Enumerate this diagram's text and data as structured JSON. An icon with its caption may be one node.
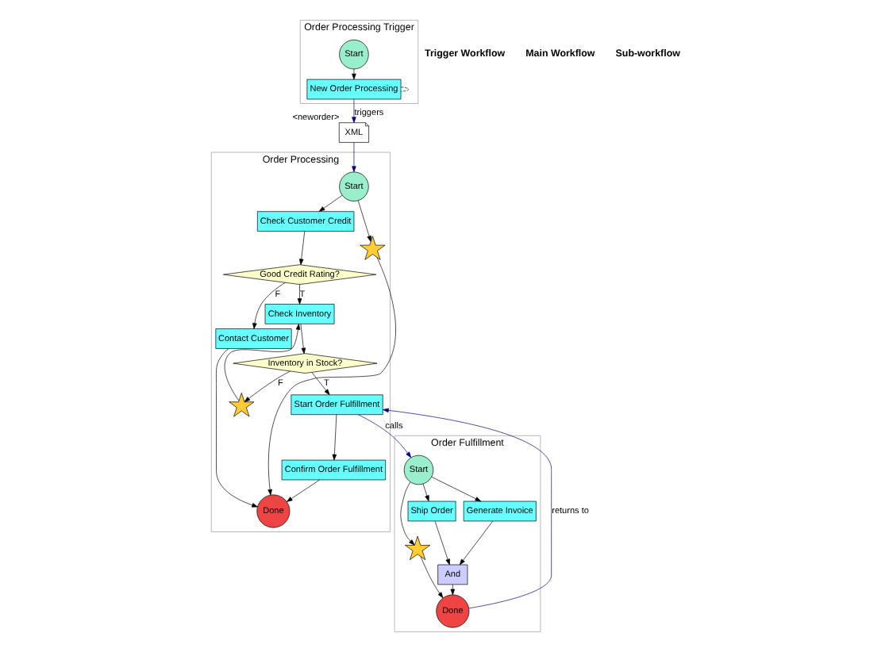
{
  "diagram": {
    "nodes": [
      {
        "text": [
          "Order Processing Trigger"
        ]
      },
      {
        "text": [
          "Start"
        ],
        "in": 0
      },
      {
        "text": [
          "New Order Processing"
        ],
        "in": 0
      },
      {
        "text": [
          "XML"
        ],
        "beside": [
          "<neworder>"
        ]
      },
      {
        "text": [
          "Order Processing"
        ]
      },
      {
        "text": [
          "Start"
        ],
        "in": 4
      },
      {
        "text": [
          "Check Customer Credit"
        ],
        "in": 4
      },
      {
        "text": [
          "Good Credit Rating?"
        ],
        "in": 4
      },
      {
        "text": [
          "Contact Customer"
        ],
        "in": 4
      },
      {
        "text": [
          "Check Inventory"
        ],
        "in": 4
      },
      {
        "text": [
          "Inventory in Stock?"
        ],
        "in": 4
      },
      {
        "text": [],
        "shape": "star",
        "in": 4
      },
      {
        "text": [
          "Start Order Fulfillment"
        ],
        "in": 4
      },
      {
        "text": [
          "Confirm Order Fulfillment"
        ],
        "in": 4
      },
      {
        "text": [],
        "shape": "star",
        "in": 4
      },
      {
        "text": [
          "Done"
        ],
        "in": 4
      },
      {
        "text": [
          "Order Fulfillment"
        ]
      },
      {
        "text": [
          "Start"
        ],
        "in": 16
      },
      {
        "text": [],
        "shape": "star",
        "in": 16
      },
      {
        "text": [
          "Ship Order"
        ],
        "in": 16
      },
      {
        "text": [
          "Generate Invoice"
        ],
        "in": 16
      },
      {
        "text": [
          "And"
        ],
        "in": 16
      },
      {
        "text": [
          "Done"
        ],
        "in": 16
      }
    ],
    "edges": [
      {
        "from": 1,
        "to": 2,
        "arrow": "to"
      },
      {
        "from": 2,
        "to": 2,
        "arrow": "none",
        "style": "dashed"
      },
      {
        "from": 2,
        "to": 3,
        "arrow": "to",
        "label": "triggers",
        "color": "#000080"
      },
      {
        "from": 3,
        "to": 5,
        "arrow": "to",
        "color": "#000080"
      },
      {
        "from": 5,
        "to": 6,
        "arrow": "to"
      },
      {
        "from": 6,
        "to": 7,
        "arrow": "to"
      },
      {
        "from": 7,
        "to": 8,
        "arrow": "to",
        "label": "F"
      },
      {
        "from": 7,
        "to": 9,
        "arrow": "to",
        "label": "T"
      },
      {
        "from": 9,
        "to": 10,
        "arrow": "to"
      },
      {
        "from": 10,
        "to": 11,
        "arrow": "to",
        "label": "F"
      },
      {
        "from": 11,
        "to": 9,
        "arrow": "to"
      },
      {
        "from": 10,
        "to": 12,
        "arrow": "to",
        "label": "T"
      },
      {
        "from": 12,
        "to": 13,
        "arrow": "to"
      },
      {
        "from": 13,
        "to": 15,
        "arrow": "to"
      },
      {
        "from": 14,
        "to": 15,
        "arrow": "to"
      },
      {
        "from": 8,
        "to": 15,
        "arrow": "to"
      },
      {
        "from": 5,
        "to": 14,
        "arrow": "to"
      },
      {
        "from": 12,
        "to": 17,
        "arrow": "to",
        "label": "calls",
        "color": "#000080"
      },
      {
        "from": 22,
        "to": 12,
        "arrow": "to",
        "label": "returns to",
        "color": "#000080"
      },
      {
        "from": 17,
        "to": 19,
        "arrow": "to"
      },
      {
        "from": 17,
        "to": 20,
        "arrow": "to"
      },
      {
        "from": 17,
        "to": 18,
        "arrow": "to"
      },
      {
        "from": 19,
        "to": 21,
        "arrow": "to"
      },
      {
        "from": 20,
        "to": 21,
        "arrow": "to"
      },
      {
        "from": 21,
        "to": 22,
        "arrow": "to"
      },
      {
        "from": 18,
        "to": 22,
        "arrow": "to"
      }
    ],
    "labels": [
      "Trigger Workflow",
      "Main Workflow",
      "Sub-workflow"
    ]
  }
}
